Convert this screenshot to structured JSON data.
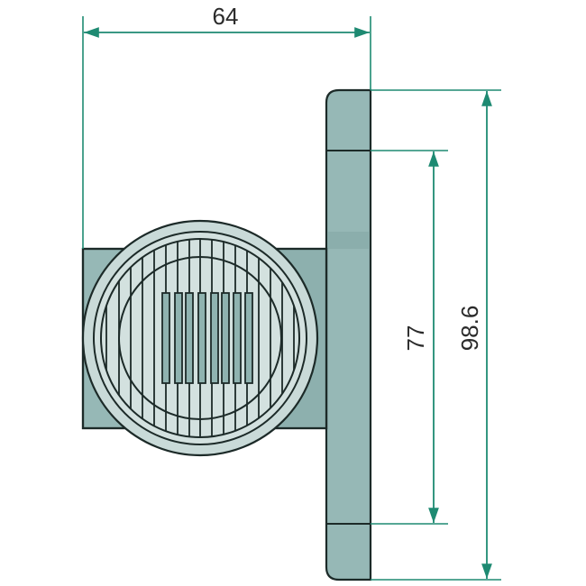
{
  "diagram": {
    "subject": "marker lamp dimension drawing",
    "colors": {
      "dimension_line": "#1e8a72",
      "outline": "#1c2a28",
      "body_fill": "#96b8b6",
      "body_fill_dark": "#86aaa8",
      "lens_fill": "#d3e1df",
      "lens_ring_fill": "#c9dad8",
      "led_fill": "#8fb3b0",
      "text": "#2b2b2b",
      "background": "#ffffff"
    },
    "dimensions": {
      "width": {
        "label": "64",
        "value": 64,
        "orientation": "horizontal"
      },
      "hole_spacing": {
        "label": "77",
        "value": 77,
        "orientation": "vertical"
      },
      "height": {
        "label": "98.6",
        "value": 98.6,
        "orientation": "vertical"
      }
    },
    "parts": {
      "base_plate": "mounting base plate",
      "arm": "lamp arm",
      "lens": "round ribbed lens",
      "led_strip_count": 8,
      "lens_rib_count": 18
    }
  }
}
